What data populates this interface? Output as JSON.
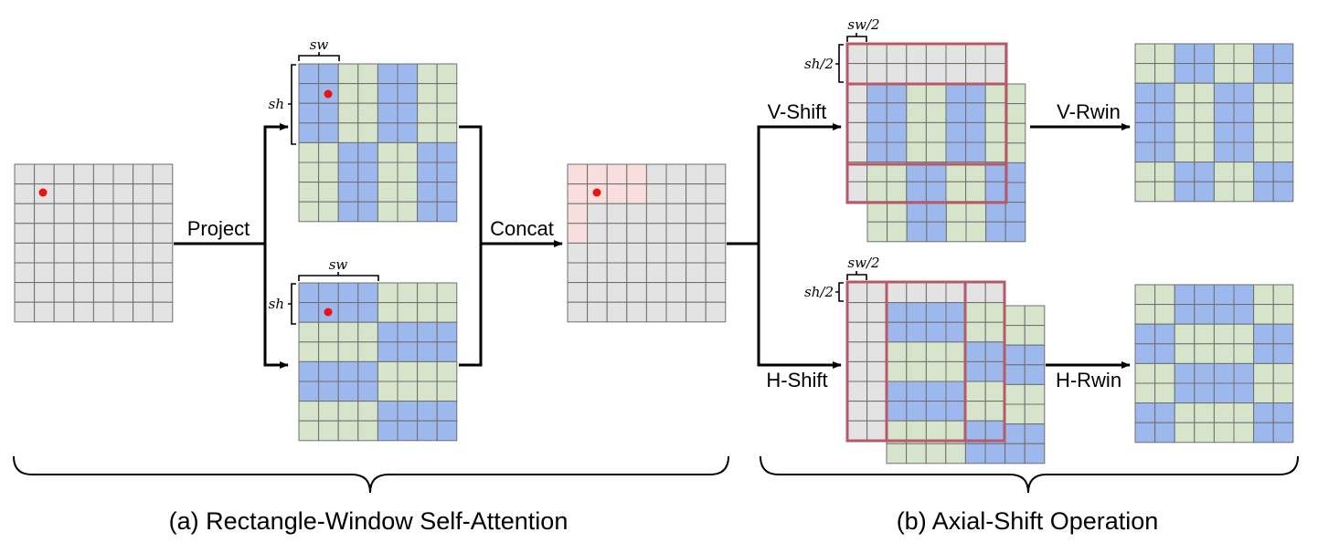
{
  "labels": {
    "project": "Project",
    "concat": "Concat",
    "v_shift": "V-Shift",
    "h_shift": "H-Shift",
    "v_rwin": "V-Rwin",
    "h_rwin": "H-Rwin",
    "sw": "sw",
    "sh": "sh",
    "sw_half": "sw/2",
    "sh_half": "sh/2"
  },
  "captions": {
    "a": "(a) Rectangle-Window Self-Attention",
    "b": "(b) Axial-Shift Operation"
  },
  "colors": {
    "gray": "#e3e3e3",
    "blue": "#9db8ec",
    "green": "#d6e4cc",
    "pink": "#f9dede",
    "dot": "#ee1111",
    "frame": "#b65a6a",
    "grid_line": "#6e6e6e"
  }
}
